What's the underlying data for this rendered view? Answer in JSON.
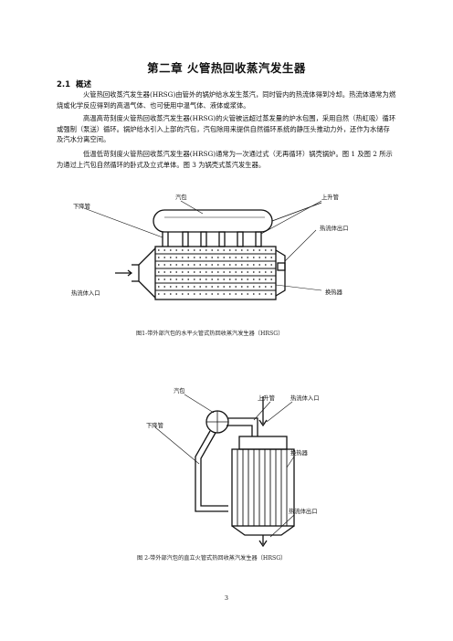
{
  "chapter_title": "第二章  火管热回收蒸汽发生器",
  "section": {
    "number": "2.1",
    "title": "概述"
  },
  "paragraphs": [
    "火管热回收蒸汽发生器(HRSG)由管外的锅炉给水发生蒸汽，同时管内的热流体得到冷却。热流体通常为燃烧或化学反应得到的高温气体、也可使用中温气体、液体或浆体。",
    "高温高苛刻度火管热回收蒸汽发生器(HRSG)的火管被远超过蒸发量的炉水包围，采用自然（热虹吸）循环或强制（泵送）循环。锅炉给水引入上部的汽包，汽包除用来提供自然循环系统的静压头推动力外，还作为水储存及汽水分离空间。",
    "低温低苛刻度火管热回收蒸汽发生器(HRSG)通常为一次通过式（无再循环）锅壳锅炉。图 1 及图 2 所示为通过上汽包自然循环的卧式及立式单体。图 3 为锅壳式蒸汽发生器。"
  ],
  "figure1": {
    "labels": {
      "drum": "汽包",
      "riser": "上升管",
      "downcomer": "下降管",
      "hot_outlet": "热流体出口",
      "hot_inlet": "热流体入口",
      "exchanger": "换热器"
    },
    "caption": "图1-带外部汽包的水平火管式热回收蒸汽发生器（HRSG）"
  },
  "figure2": {
    "labels": {
      "drum": "汽包",
      "riser": "上升管",
      "hot_inlet": "热流体入口",
      "downcomer": "下降管",
      "exchanger": "换热器",
      "hot_outlet": "热流体出口"
    },
    "caption": "图 2-带外部汽包的直立火管式热回收蒸汽发生器（HRSG）"
  },
  "page_number": "3"
}
